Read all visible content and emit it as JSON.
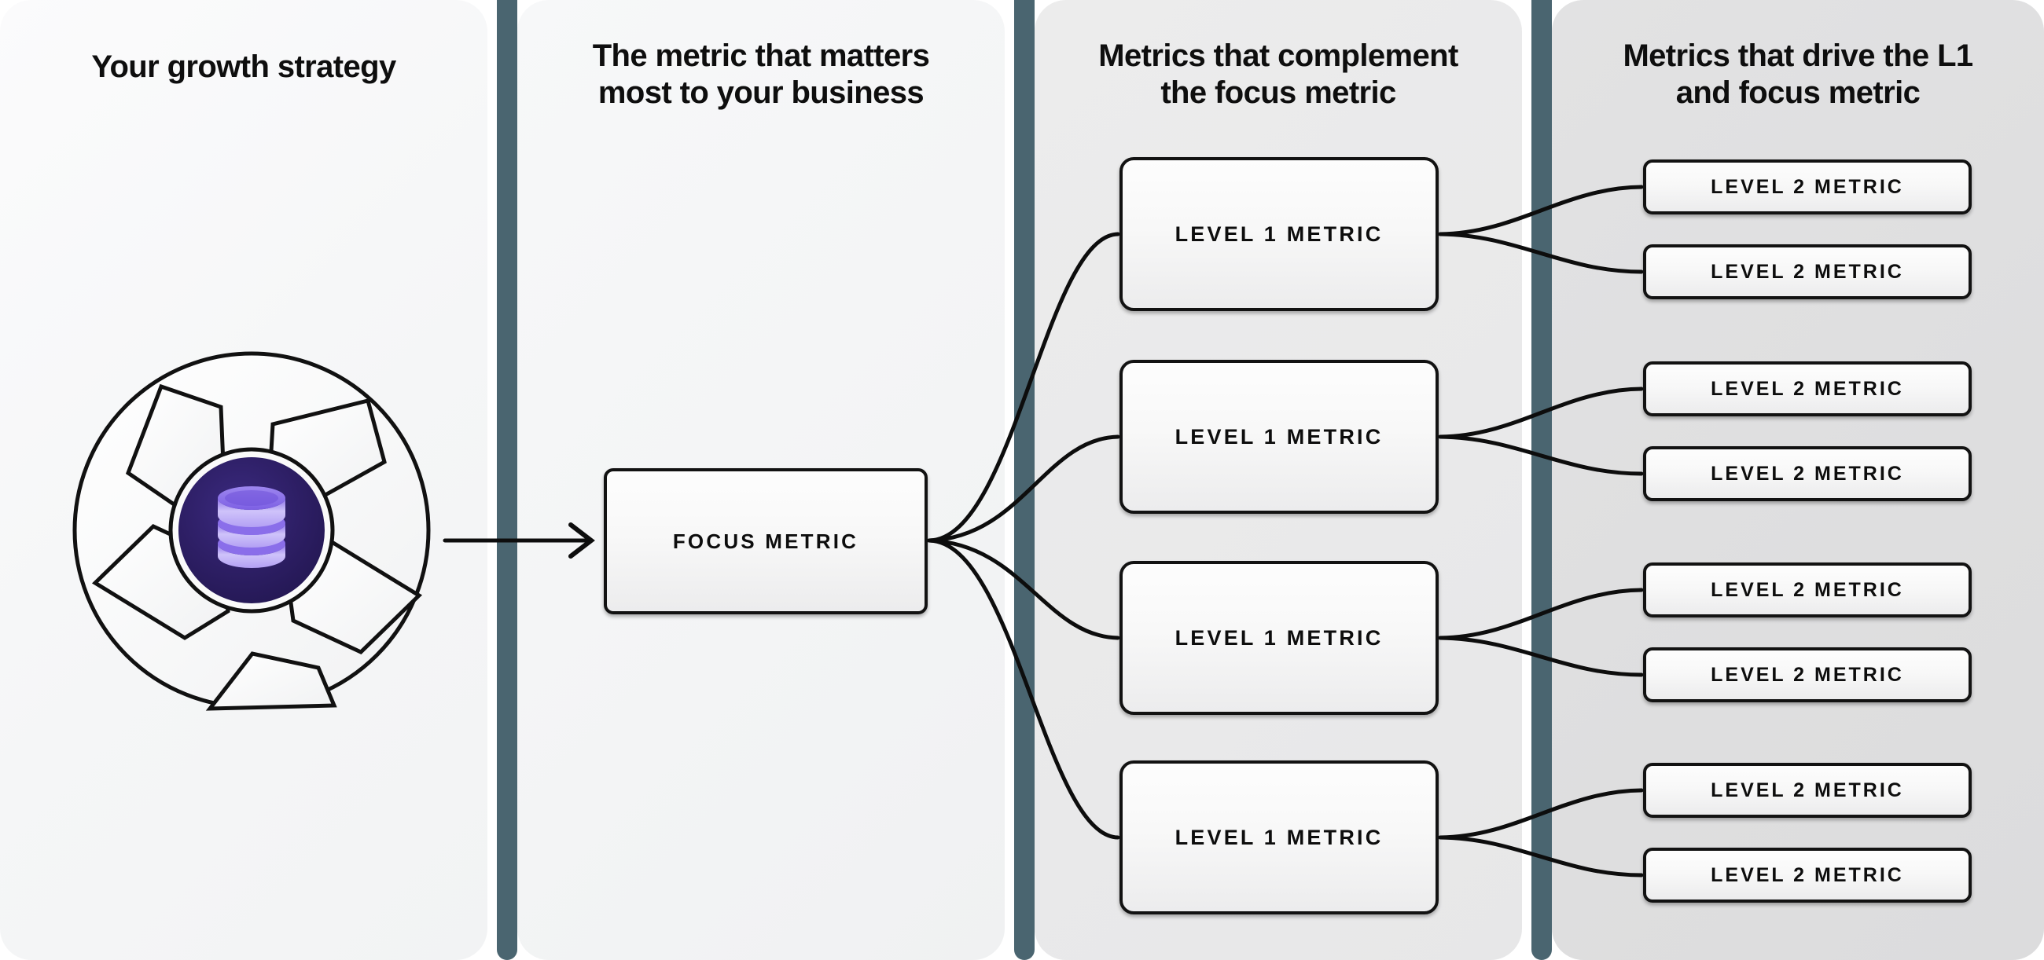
{
  "panels": [
    {
      "heading": "Your growth strategy"
    },
    {
      "heading": "The metric that matters\nmost to your business"
    },
    {
      "heading": "Metrics that complement\nthe focus metric"
    },
    {
      "heading": "Metrics that drive the L1\nand focus metric"
    }
  ],
  "headings": {
    "col1": "Your growth strategy",
    "col2_line1": "The metric that matters",
    "col2_line2": "most to your business",
    "col3_line1": "Metrics that complement",
    "col3_line2": "the focus metric",
    "col4_line1": "Metrics that drive the L1",
    "col4_line2": "and focus metric"
  },
  "graphic": {
    "name": "aperture-database-icon",
    "icon": "database-cylinder-icon",
    "blades": 4,
    "core_color": "#2d1f63",
    "icon_color": "#8b6fe8",
    "icon_highlight": "#c9bcf7",
    "blade_fill": "#fbfbfb",
    "outline_color": "#111111"
  },
  "focus_metric": {
    "label": "FOCUS METRIC"
  },
  "level1_metrics": [
    {
      "label": "LEVEL 1 METRIC"
    },
    {
      "label": "LEVEL 1 METRIC"
    },
    {
      "label": "LEVEL 1 METRIC"
    },
    {
      "label": "LEVEL 1 METRIC"
    }
  ],
  "level2_metrics": [
    {
      "label": "LEVEL 2 METRIC"
    },
    {
      "label": "LEVEL 2 METRIC"
    },
    {
      "label": "LEVEL 2 METRIC"
    },
    {
      "label": "LEVEL 2 METRIC"
    },
    {
      "label": "LEVEL 2 METRIC"
    },
    {
      "label": "LEVEL 2 METRIC"
    },
    {
      "label": "LEVEL 2 METRIC"
    },
    {
      "label": "LEVEL 2 METRIC"
    }
  ],
  "colors": {
    "divider": "#4a6570",
    "panel_1_bg": "#f6f7f8",
    "panel_2_bg": "#f3f4f5",
    "panel_3_bg": "#eaeaeb",
    "panel_4_bg": "#dededf",
    "box_border": "#121212",
    "text": "#0d0d0d",
    "accent_purple": "#8b6fe8",
    "core_indigo": "#2d1f63"
  },
  "connectors": {
    "strategy_to_focus": "arrow",
    "focus_to_level1_count": 4,
    "level1_to_level2_per_node": 2
  }
}
